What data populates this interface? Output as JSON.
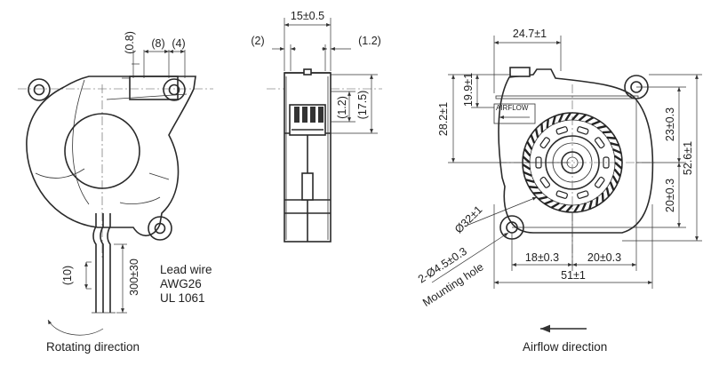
{
  "left_view": {
    "dims": {
      "d08": "(0.8)",
      "d8": "(8)",
      "d4": "(4)",
      "d10": "(10)",
      "d300": "300±30"
    },
    "lead_wire": [
      "Lead wire",
      "AWG26",
      "UL 1061"
    ],
    "rotating_label": "Rotating direction"
  },
  "side_view": {
    "dims": {
      "d15": "15±0.5",
      "d2": "(2)",
      "d12a": "(1.2)",
      "d12b": "(1.2)",
      "d175": "(17.5)"
    }
  },
  "right_view": {
    "dims": {
      "d247": "24.7±1",
      "d282": "28.2±1",
      "d199": "19.9±1",
      "d23": "23±0.3",
      "d526": "52.6±1",
      "d20v": "20±0.3",
      "d18": "18±0.3",
      "d20h": "20±0.3",
      "d51": "51±1",
      "d32": "Ø32±1"
    },
    "airflow_tag": "AIRFLOW",
    "mount_1": "2-Ø4.5±0.3",
    "mount_2": "Mounting hole",
    "airflow_label": "Airflow direction"
  }
}
